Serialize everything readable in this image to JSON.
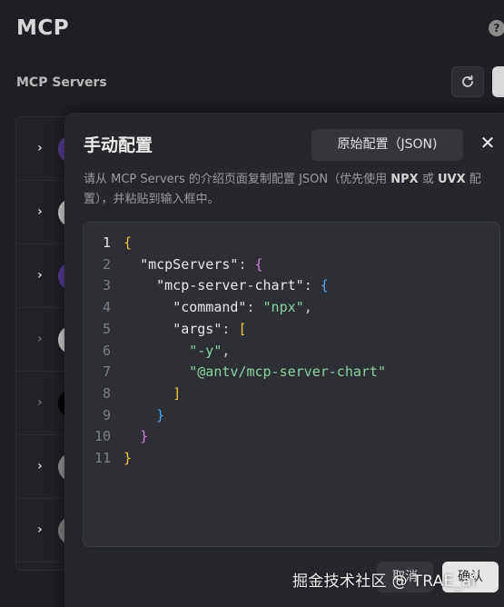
{
  "page": {
    "title": "MCP",
    "help_icon": "question-mark-icon",
    "section_title": "MCP Servers",
    "refresh_icon": "refresh-icon"
  },
  "server_list": {
    "rows": [
      {
        "avatar_color": "#5b3f9c",
        "enabled": true
      },
      {
        "avatar_color": "#d9d9d9",
        "enabled": true
      },
      {
        "avatar_color": "#5b3f9c",
        "enabled": true
      },
      {
        "avatar_color": "#d9d9d9",
        "enabled": false
      },
      {
        "avatar_color": "#000000",
        "enabled": false
      },
      {
        "avatar_color": "#9a9a9a",
        "enabled": true
      },
      {
        "avatar_color": "#8a8a8a",
        "enabled": true
      }
    ]
  },
  "modal": {
    "title": "手动配置",
    "raw_config_button": "原始配置（JSON)",
    "close_icon": "close-icon",
    "description_parts": [
      "请从 MCP Servers 的介绍页面复制配置 JSON（优先使用 ",
      "NPX",
      " 或 ",
      "UVX",
      " 配置），并粘贴到输入框中。"
    ],
    "editor": {
      "lines": [
        {
          "num": "1",
          "active": true,
          "indent": "",
          "tokens": [
            {
              "t": "{",
              "c": "b1"
            }
          ]
        },
        {
          "num": "2",
          "indent": "  ",
          "tokens": [
            {
              "t": "\"mcpServers\"",
              "c": "k"
            },
            {
              "t": ": ",
              "c": "p"
            },
            {
              "t": "{",
              "c": "b2"
            }
          ]
        },
        {
          "num": "3",
          "indent": "    ",
          "tokens": [
            {
              "t": "\"mcp-server-chart\"",
              "c": "k"
            },
            {
              "t": ": ",
              "c": "p"
            },
            {
              "t": "{",
              "c": "b3"
            }
          ]
        },
        {
          "num": "4",
          "indent": "      ",
          "tokens": [
            {
              "t": "\"command\"",
              "c": "k"
            },
            {
              "t": ": ",
              "c": "p"
            },
            {
              "t": "\"npx\"",
              "c": "s"
            },
            {
              "t": ",",
              "c": "p"
            }
          ]
        },
        {
          "num": "5",
          "indent": "      ",
          "tokens": [
            {
              "t": "\"args\"",
              "c": "k"
            },
            {
              "t": ": ",
              "c": "p"
            },
            {
              "t": "[",
              "c": "b1"
            }
          ]
        },
        {
          "num": "6",
          "indent": "        ",
          "tokens": [
            {
              "t": "\"-y\"",
              "c": "s"
            },
            {
              "t": ",",
              "c": "p"
            }
          ]
        },
        {
          "num": "7",
          "indent": "        ",
          "tokens": [
            {
              "t": "\"@antv/mcp-server-chart\"",
              "c": "s"
            }
          ]
        },
        {
          "num": "8",
          "indent": "      ",
          "tokens": [
            {
              "t": "]",
              "c": "b1"
            }
          ]
        },
        {
          "num": "9",
          "indent": "    ",
          "tokens": [
            {
              "t": "}",
              "c": "b3"
            }
          ]
        },
        {
          "num": "10",
          "indent": "  ",
          "tokens": [
            {
              "t": "}",
              "c": "b2"
            }
          ]
        },
        {
          "num": "11",
          "indent": "",
          "tokens": [
            {
              "t": "}",
              "c": "b1"
            }
          ]
        }
      ]
    },
    "cancel_button": "取消",
    "confirm_button": "确认"
  },
  "watermark": "掘金技术社区 @ TRAE_ai",
  "colors": {
    "background": "#1e1f22",
    "modal": "#26272b",
    "editor": "#2d2f35",
    "string": "#8bd3a0",
    "bracket_yellow": "#f2c744",
    "bracket_magenta": "#d67be0",
    "bracket_blue": "#4fa8f5"
  }
}
